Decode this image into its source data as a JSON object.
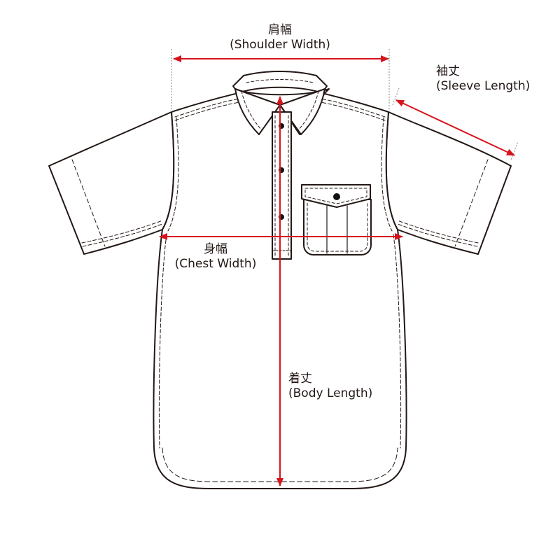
{
  "measurements": {
    "shoulder_width": {
      "jp": "肩幅",
      "en": "(Shoulder Width)"
    },
    "sleeve_length": {
      "jp": "袖丈",
      "en": "(Sleeve Length)"
    },
    "chest_width": {
      "jp": "身幅",
      "en": "(Chest Width)"
    },
    "body_length": {
      "jp": "着丈",
      "en": "(Body Length)"
    }
  },
  "colors": {
    "outline": "#231815",
    "arrow": "#d7141c",
    "guide": "#888888",
    "button": "#111111"
  }
}
